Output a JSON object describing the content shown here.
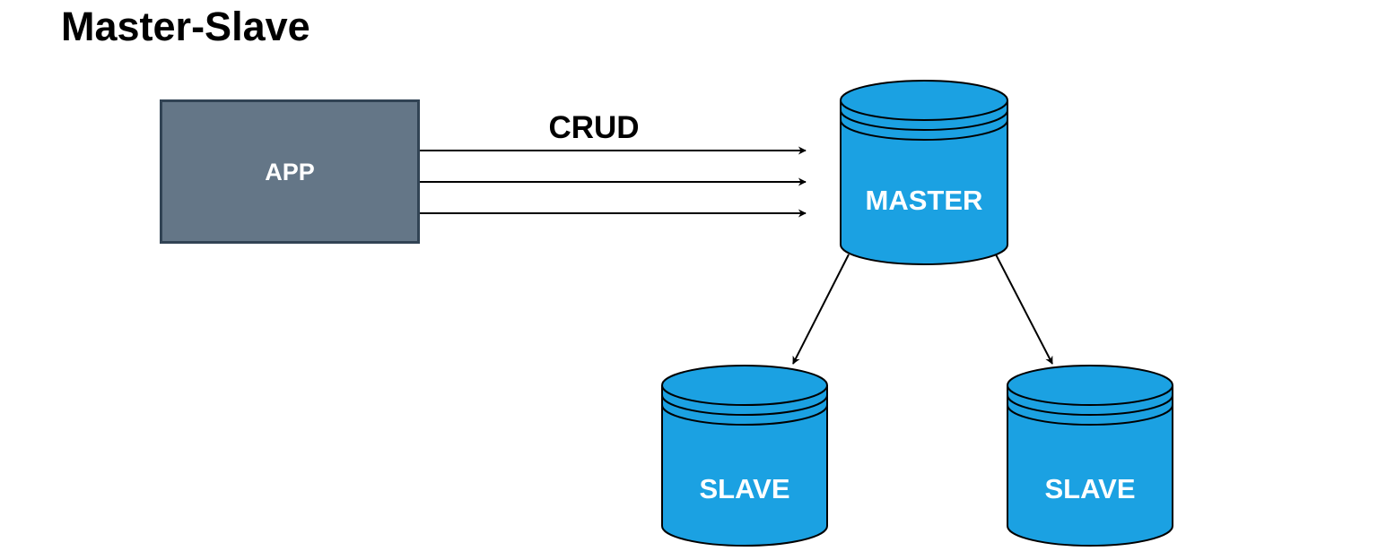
{
  "title": "Master-Slave",
  "nodes": {
    "app": {
      "label": "APP",
      "fill": "#647687",
      "stroke": "#314354"
    },
    "master": {
      "label": "MASTER",
      "fill": "#1ba1e2",
      "stroke": "#000000"
    },
    "slave_left": {
      "label": "SLAVE",
      "fill": "#1ba1e2",
      "stroke": "#000000"
    },
    "slave_right": {
      "label": "SLAVE",
      "fill": "#1ba1e2",
      "stroke": "#000000"
    }
  },
  "edges": {
    "app_to_master": {
      "label": "CRUD",
      "count": 3
    },
    "master_to_slaves": {
      "count": 2
    }
  }
}
